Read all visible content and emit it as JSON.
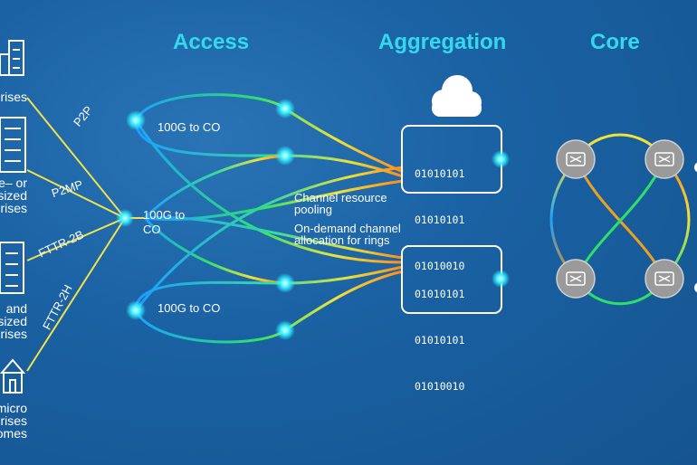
{
  "layers": {
    "access": "Access",
    "aggregation": "Aggregation",
    "core": "Core"
  },
  "enterprises": [
    "rises",
    "e– or\nsized\nrises",
    " and\nsized\nrises",
    "micro\nrises\nomes"
  ],
  "links": [
    "P2P",
    "P2MP",
    "FTTR-2B",
    "FTTR-2H"
  ],
  "co_labels": [
    "100G to CO",
    "100G to\nCO",
    "100G to CO"
  ],
  "aggregation_notes": [
    "Channel resource\npooling",
    "On-demand channel\nallocation for rings"
  ],
  "binary_blocks": [
    [
      "01010101",
      "01010101",
      "01010010"
    ],
    [
      "01010101",
      "01010101",
      "01010010"
    ]
  ],
  "icons": {
    "buildings": [
      "office-building-icon",
      "office-tower-icon",
      "apartment-building-icon",
      "house-icon"
    ],
    "cloud": "cloud-icon",
    "switch": "switch-icon"
  },
  "colors": {
    "header": "#33d9f0",
    "node_glow": "#35f0ff",
    "switch_fill": "#9a9a9a",
    "box_stroke": "#ffffff"
  }
}
